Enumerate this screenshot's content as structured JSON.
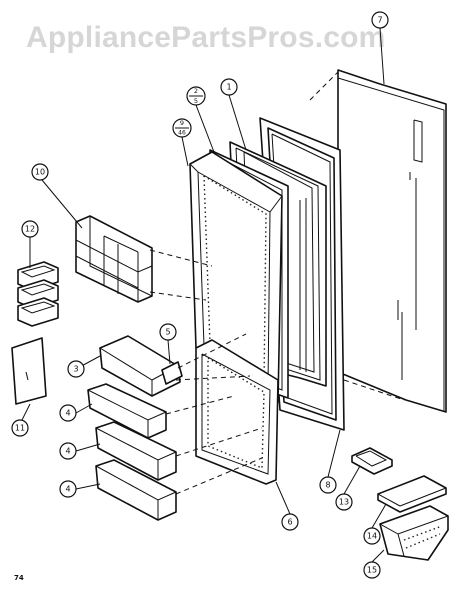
{
  "watermark": "AppliancePartsPros.com",
  "page_number": "74",
  "callouts": {
    "c1": "1",
    "c2": "2",
    "c3": "3",
    "c4": "4",
    "c5": "5",
    "c6": "6",
    "c7": "7",
    "c8": "8",
    "c9": "9",
    "c10": "10",
    "c11": "11",
    "c12": "12",
    "c13": "13",
    "c14": "14",
    "c15": "15",
    "c2_bottom": "5",
    "c9_bottom": "46"
  }
}
